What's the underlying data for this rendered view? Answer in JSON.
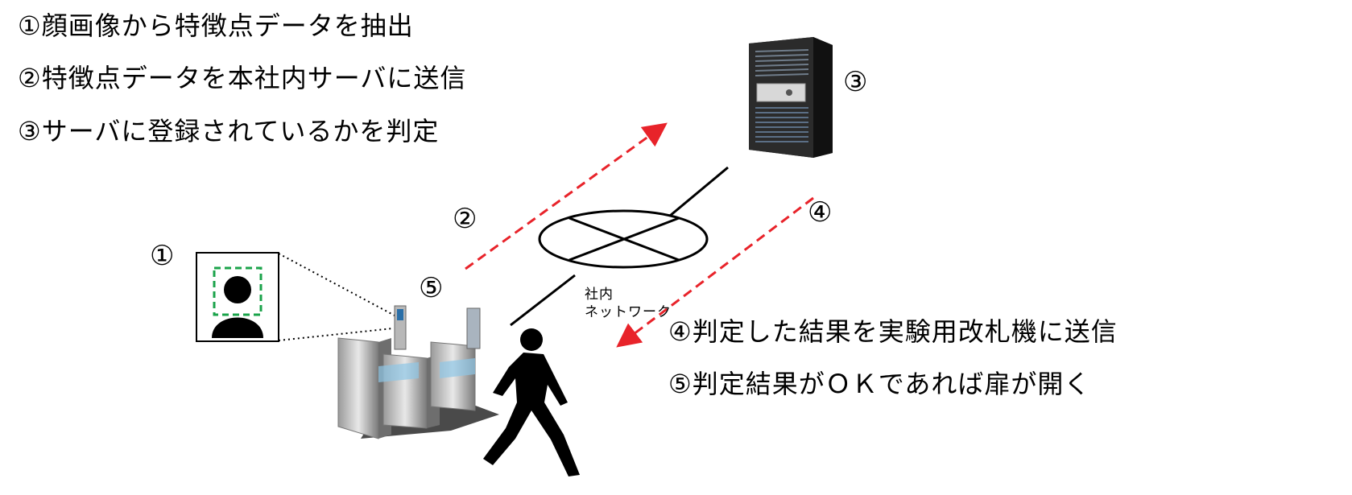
{
  "steps": [
    "①顔画像から特徴点データを抽出",
    "②特徴点データを本社内サーバに送信",
    "③サーバに登録されているかを判定",
    "④判定した結果を実験用改札機に送信",
    "⑤判定結果がＯＫであれば扉が開く"
  ],
  "markers": {
    "face": "①",
    "upload": "②",
    "server": "③",
    "download": "④",
    "gate": "⑤"
  },
  "network": {
    "line1": "社内",
    "line2": "ネットワーク"
  },
  "colors": {
    "arrow": "#e8232a",
    "face_box": "#1aa34a",
    "line": "#000000"
  },
  "icons": [
    "server-icon",
    "face-scan-icon",
    "gate-icon",
    "walking-person-icon",
    "network-hub-icon"
  ]
}
